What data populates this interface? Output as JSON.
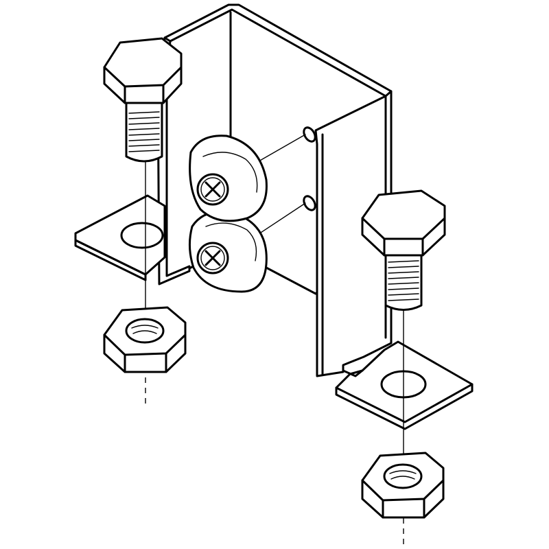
{
  "diagram": {
    "style": "black line art on white, no text labels",
    "colors": {
      "line": "#000000",
      "background": "#ffffff"
    },
    "parts": [
      "u-bracket",
      "hex-bolt",
      "hex-bolt",
      "hex-nut",
      "hex-nut",
      "pan-head-phillips-screw",
      "pan-head-phillips-screw"
    ]
  }
}
